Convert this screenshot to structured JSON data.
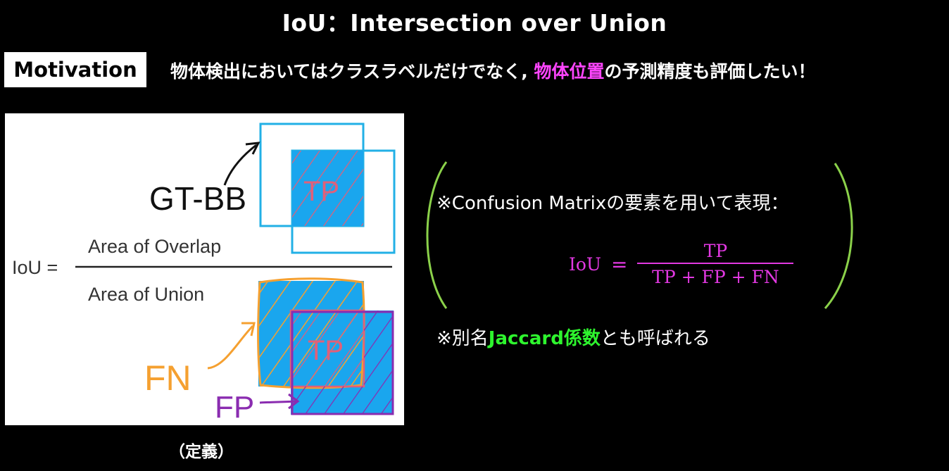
{
  "title": "IoU：Intersection over Union",
  "motivation": {
    "label": "Motivation",
    "text_before": "物体検出においてはクラスラベルだけでなく, ",
    "highlight": "物体位置",
    "text_after": "の予測精度も評価したい！",
    "highlight_color": "#ff45ff"
  },
  "diagram": {
    "iou_label": "IoU =",
    "numerator": "Area of Overlap",
    "denominator": "Area of Union",
    "annotations": {
      "gt_bb": "GT-BB",
      "tp_top": "TP",
      "tp_bottom": "TP",
      "fn": "FN",
      "fp": "FP"
    },
    "colors": {
      "box_fill": "#1aa6ee",
      "box_stroke": "#22b0e6",
      "tp_hatch": "#e0607a",
      "fn_hatch": "#f5a030",
      "fp_hatch": "#8a2cb0"
    }
  },
  "caption": "（定義）",
  "confusion_note": "※Confusion Matrixの要素を用いて表現：",
  "formula": {
    "lhs": "IoU",
    "eq": "=",
    "numerator": "TP",
    "denominator": "TP + FP + FN",
    "color": "#e238e2"
  },
  "alias_note": {
    "prefix": "※別名",
    "highlight": "Jaccard係数",
    "suffix": "とも呼ばれる",
    "highlight_color": "#2ef52e"
  },
  "paren_color": "#8bd14a"
}
